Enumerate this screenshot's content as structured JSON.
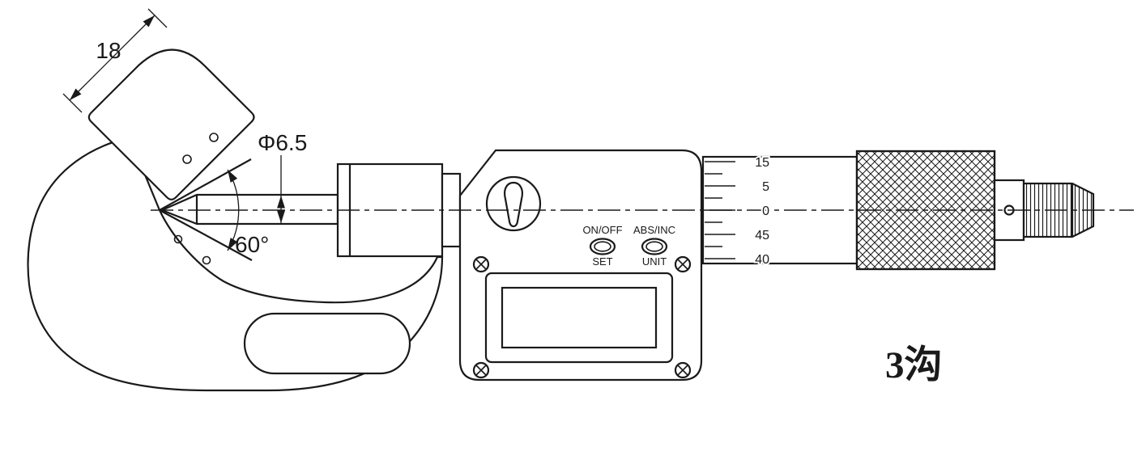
{
  "dimensions": {
    "anvil_width": "18",
    "spindle_diameter": "Φ6.5",
    "v_angle": "60°"
  },
  "display_unit": {
    "power_label": "ON/OFF",
    "mode_label": "ABS/INC",
    "set_label": "SET",
    "unit_label": "UNIT"
  },
  "thimble_scale": {
    "numbers": [
      "15",
      "5",
      "0",
      "45",
      "40"
    ]
  },
  "caption": {
    "text": "3沟"
  },
  "colors": {
    "line": "#1a1a1a",
    "background": "#ffffff"
  }
}
